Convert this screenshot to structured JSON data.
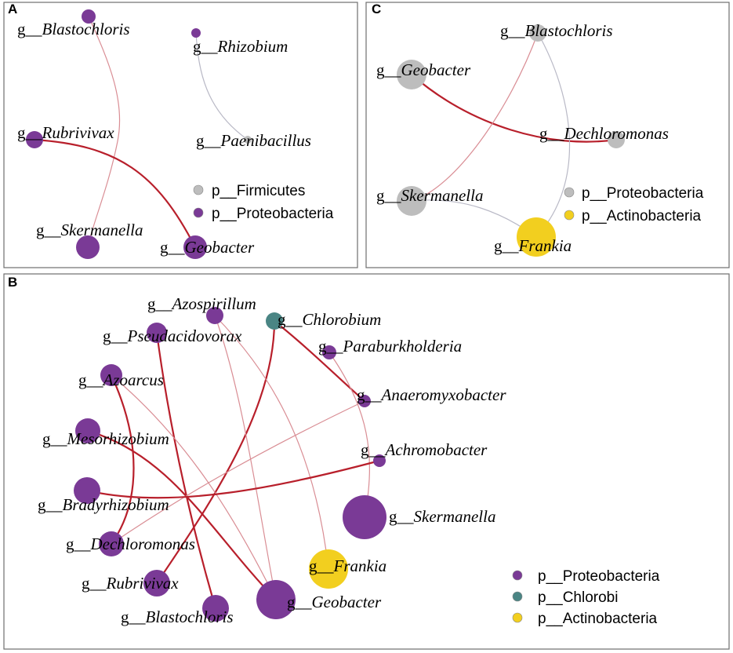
{
  "colors": {
    "proteobacteria": "#7a3a96",
    "firmicutes": "#bdbdbd",
    "proteobacteria_gray": "#bdbdbd",
    "chlorobi": "#4a8584",
    "actinobacteria": "#f2cf1f",
    "edge_strong": "#b81f2b",
    "edge_light": "#d98d94",
    "edge_gray": "#b9b9c6"
  },
  "panels": [
    {
      "id": "A",
      "letter": "A",
      "nodes": [
        {
          "id": "Blastochloris",
          "prefix": "g__",
          "genus": "Blastochloris",
          "phylum": "proteobacteria"
        },
        {
          "id": "Rhizobium",
          "prefix": "g__",
          "genus": "Rhizobium",
          "phylum": "proteobacteria"
        },
        {
          "id": "Rubrivivax",
          "prefix": "g__",
          "genus": "Rubrivivax",
          "phylum": "proteobacteria"
        },
        {
          "id": "Paenibacillus",
          "prefix": "g__",
          "genus": "Paenibacillus",
          "phylum": "firmicutes"
        },
        {
          "id": "Skermanella",
          "prefix": "g__",
          "genus": "Skermanella",
          "phylum": "proteobacteria"
        },
        {
          "id": "Geobacter",
          "prefix": "g__",
          "genus": "Geobacter",
          "phylum": "proteobacteria"
        }
      ],
      "edges": [
        {
          "source": "Blastochloris",
          "target": "Skermanella",
          "type": "light"
        },
        {
          "source": "Rhizobium",
          "target": "Paenibacillus",
          "type": "gray"
        },
        {
          "source": "Rubrivivax",
          "target": "Geobacter",
          "type": "strong"
        }
      ],
      "legend": [
        {
          "label": "p__Firmicutes",
          "phylum": "firmicutes"
        },
        {
          "label": "p__Proteobacteria",
          "phylum": "proteobacteria"
        }
      ]
    },
    {
      "id": "C",
      "letter": "C",
      "nodes": [
        {
          "id": "Blastochloris",
          "prefix": "g__",
          "genus": "Blastochloris",
          "phylum": "proteobacteria_gray"
        },
        {
          "id": "Geobacter",
          "prefix": "g__",
          "genus": "Geobacter",
          "phylum": "proteobacteria_gray"
        },
        {
          "id": "Dechloromonas",
          "prefix": "g__",
          "genus": "Dechloromonas",
          "phylum": "proteobacteria_gray"
        },
        {
          "id": "Skermanella",
          "prefix": "g__",
          "genus": "Skermanella",
          "phylum": "proteobacteria_gray"
        },
        {
          "id": "Frankia",
          "prefix": "g__",
          "genus": "Frankia",
          "phylum": "actinobacteria"
        }
      ],
      "edges": [
        {
          "source": "Geobacter",
          "target": "Dechloromonas",
          "type": "strong"
        },
        {
          "source": "Blastochloris",
          "target": "Skermanella",
          "type": "light"
        },
        {
          "source": "Blastochloris",
          "target": "Frankia",
          "type": "gray"
        },
        {
          "source": "Skermanella",
          "target": "Frankia",
          "type": "gray"
        }
      ],
      "legend": [
        {
          "label": "p__Proteobacteria",
          "phylum": "proteobacteria_gray"
        },
        {
          "label": "p__Actinobacteria",
          "phylum": "actinobacteria"
        }
      ]
    },
    {
      "id": "B",
      "letter": "B",
      "nodes": [
        {
          "id": "Azospirillum",
          "prefix": "g__",
          "genus": "Azospirillum",
          "phylum": "proteobacteria"
        },
        {
          "id": "Chlorobium",
          "prefix": "g__",
          "genus": "Chlorobium",
          "phylum": "chlorobi"
        },
        {
          "id": "Pseudacidovorax",
          "prefix": "g__",
          "genus": "Pseudacidovorax",
          "phylum": "proteobacteria"
        },
        {
          "id": "Paraburkholderia",
          "prefix": "g__",
          "genus": "Paraburkholderia",
          "phylum": "proteobacteria"
        },
        {
          "id": "Azoarcus",
          "prefix": "g__",
          "genus": "Azoarcus",
          "phylum": "proteobacteria"
        },
        {
          "id": "Anaeromyxobacter",
          "prefix": "g__",
          "genus": "Anaeromyxobacter",
          "phylum": "proteobacteria"
        },
        {
          "id": "Mesorhizobium",
          "prefix": "g__",
          "genus": "Mesorhizobium",
          "phylum": "proteobacteria"
        },
        {
          "id": "Achromobacter",
          "prefix": "g__",
          "genus": "Achromobacter",
          "phylum": "proteobacteria"
        },
        {
          "id": "Bradyrhizobium",
          "prefix": "g__",
          "genus": "Bradyrhizobium",
          "phylum": "proteobacteria"
        },
        {
          "id": "Skermanella",
          "prefix": "g__",
          "genus": "Skermanella",
          "phylum": "proteobacteria"
        },
        {
          "id": "Dechloromonas",
          "prefix": "g__",
          "genus": "Dechloromonas",
          "phylum": "proteobacteria"
        },
        {
          "id": "Frankia",
          "prefix": "g__",
          "genus": "Frankia",
          "phylum": "actinobacteria"
        },
        {
          "id": "Rubrivivax",
          "prefix": "g__",
          "genus": "Rubrivivax",
          "phylum": "proteobacteria"
        },
        {
          "id": "Geobacter",
          "prefix": "g__",
          "genus": "Geobacter",
          "phylum": "proteobacteria"
        },
        {
          "id": "Blastochloris",
          "prefix": "g__",
          "genus": "Blastochloris",
          "phylum": "proteobacteria"
        }
      ],
      "edges": [
        {
          "source": "Chlorobium",
          "target": "Anaeromyxobacter",
          "type": "strong"
        },
        {
          "source": "Chlorobium",
          "target": "Rubrivivax",
          "type": "strong"
        },
        {
          "source": "Azospirillum",
          "target": "Frankia",
          "type": "light"
        },
        {
          "source": "Azospirillum",
          "target": "Geobacter",
          "type": "light"
        },
        {
          "source": "Pseudacidovorax",
          "target": "Blastochloris",
          "type": "strong"
        },
        {
          "source": "Paraburkholderia",
          "target": "Skermanella",
          "type": "light"
        },
        {
          "source": "Azoarcus",
          "target": "Dechloromonas",
          "type": "strong"
        },
        {
          "source": "Azoarcus",
          "target": "Geobacter",
          "type": "light"
        },
        {
          "source": "Mesorhizobium",
          "target": "Geobacter",
          "type": "strong"
        },
        {
          "source": "Anaeromyxobacter",
          "target": "Dechloromonas",
          "type": "light"
        },
        {
          "source": "Bradyrhizobium",
          "target": "Achromobacter",
          "type": "strong"
        }
      ],
      "legend": [
        {
          "label": "p__Proteobacteria",
          "phylum": "proteobacteria"
        },
        {
          "label": "p__Chlorobi",
          "phylum": "chlorobi"
        },
        {
          "label": "p__Actinobacteria",
          "phylum": "actinobacteria"
        }
      ]
    }
  ]
}
